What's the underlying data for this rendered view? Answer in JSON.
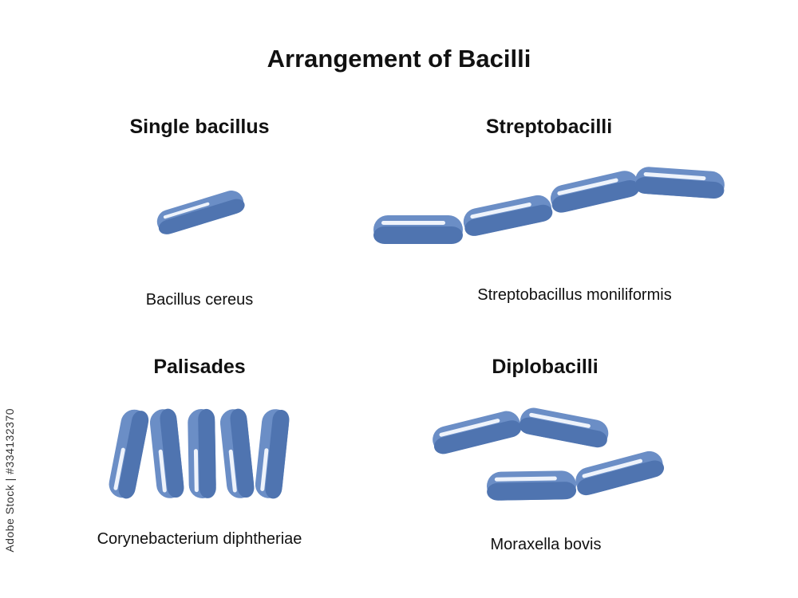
{
  "title": "Arrangement of Bacilli",
  "colors": {
    "cell_body": "#6b8ec6",
    "cell_shade": "#4f74b0",
    "cell_highlight": "#eef3fb",
    "text": "#111111"
  },
  "panels": {
    "single": {
      "heading": "Single bacillus",
      "species": "Bacillus cereus"
    },
    "strepto": {
      "heading": "Streptobacilli",
      "species": "Streptobacillus moniliformis"
    },
    "palisades": {
      "heading": "Palisades",
      "species": "Corynebacterium diphtheriae"
    },
    "diplo": {
      "heading": "Diplobacilli",
      "species": "Moraxella bovis"
    }
  },
  "watermark": "Adobe Stock | #334132370"
}
